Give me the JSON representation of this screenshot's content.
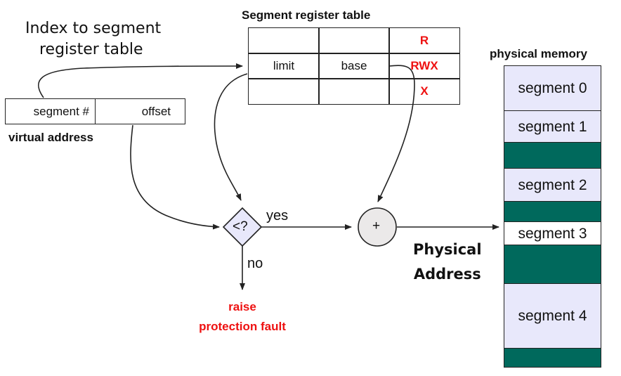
{
  "annotation": {
    "line1": "Index to segment",
    "line2": "register table"
  },
  "virtual_address": {
    "title": "virtual address",
    "fields": [
      "segment #",
      "offset"
    ]
  },
  "segment_table": {
    "title": "Segment register table",
    "rows": [
      {
        "limit": "",
        "base": "",
        "perm": "R"
      },
      {
        "limit": "limit",
        "base": "base",
        "perm": "RWX"
      },
      {
        "limit": "",
        "base": "",
        "perm": "X"
      }
    ]
  },
  "compare": {
    "symbol": "<?",
    "yes_label": "yes",
    "no_label": "no"
  },
  "adder": {
    "symbol": "+"
  },
  "fault": {
    "line1": "raise",
    "line2": "protection fault"
  },
  "physical_address": {
    "line1": "Physical",
    "line2": "Address"
  },
  "physical_memory": {
    "title": "physical memory",
    "blocks": [
      {
        "label": "segment 0",
        "kind": "segment"
      },
      {
        "label": "segment 1",
        "kind": "segment"
      },
      {
        "label": "",
        "kind": "free"
      },
      {
        "label": "segment 2",
        "kind": "segment"
      },
      {
        "label": "",
        "kind": "free"
      },
      {
        "label": "segment 3",
        "kind": "target"
      },
      {
        "label": "",
        "kind": "free"
      },
      {
        "label": "segment 4",
        "kind": "segment"
      },
      {
        "label": "",
        "kind": "free"
      }
    ]
  },
  "colors": {
    "segment_fill": "#e8e8fb",
    "free_fill": "#00695c",
    "target_fill": "#ffffff",
    "fault_text": "#ee1111",
    "permission_text": "#ee1111",
    "adder_fill": "#ebe9e9",
    "compare_fill": "#e8e8fb"
  }
}
